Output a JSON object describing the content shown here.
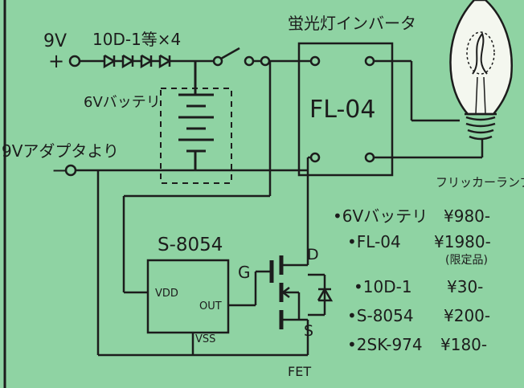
{
  "colors": {
    "background": "#8fd3a3",
    "ink": "#1c1c1c",
    "bulb": "#f4f7ef"
  },
  "input": {
    "voltage": "9V",
    "diode_label": "10D-1等×4",
    "plus": "+",
    "minus": "−",
    "adapter_label": "9Vアダプタより"
  },
  "battery_label": "6Vバッテリ",
  "inverter": {
    "title": "蛍光灯インバータ",
    "model": "FL-04"
  },
  "lamp_label": "フリッカーランプ",
  "ic": {
    "model": "S-8054",
    "vdd": "VDD",
    "out": "OUT",
    "vss": "VSS"
  },
  "fet": {
    "gate": "G",
    "drain": "D",
    "source": "S",
    "label": "FET"
  },
  "parts_list": [
    {
      "name": "•6Vバッテリ",
      "price": "¥980-",
      "note": ""
    },
    {
      "name": "•FL-04",
      "price": "¥1980-",
      "note": "(限定品)"
    },
    {
      "name": "•10D-1",
      "price": "¥30-",
      "note": ""
    },
    {
      "name": "•S-8054",
      "price": "¥200-",
      "note": ""
    },
    {
      "name": "•2SK-974",
      "price": "¥180-",
      "note": ""
    }
  ]
}
